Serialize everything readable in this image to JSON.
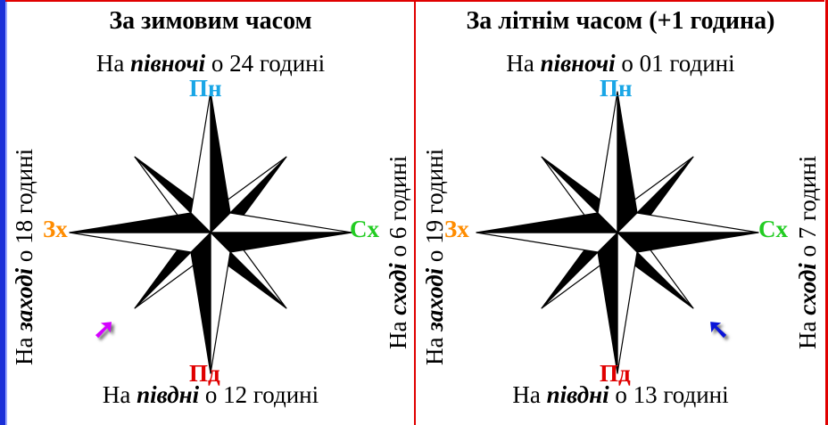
{
  "left": {
    "title": "За зимовим часом",
    "north_pre": "На ",
    "north_em": "півночі",
    "north_post": " о 24 годині",
    "south_pre": "На ",
    "south_em": "півдні",
    "south_post": " о 12 годині",
    "west_pre": "На ",
    "west_em": "заході",
    "west_post": " о 18 годині",
    "east_pre": "На ",
    "east_em": "сході",
    "east_post": " о 6 годині",
    "arrow_icon": "arrow-up-right",
    "arrow_color": "#d400ff"
  },
  "right": {
    "title": "За літнім часом (+1 година)",
    "north_pre": "На ",
    "north_em": "півночі",
    "north_post": " о 01 годині",
    "south_pre": "На ",
    "south_em": "півдні",
    "south_post": " о 13 годині",
    "west_pre": "На ",
    "west_em": "заході",
    "west_post": " о 19 годині",
    "east_pre": "На ",
    "east_em": "сході",
    "east_post": " о 7 годині",
    "arrow_icon": "arrow-up-left",
    "arrow_color": "#0a14d8"
  },
  "directions": {
    "north": "Пн",
    "south": "Пд",
    "west": "Зх",
    "east": "Сх"
  },
  "colors": {
    "north": "#19a6e6",
    "south": "#e00000",
    "west": "#ff8c00",
    "east": "#22cc22",
    "border_red": "#e00000",
    "border_blue": "#1a2fd8"
  }
}
